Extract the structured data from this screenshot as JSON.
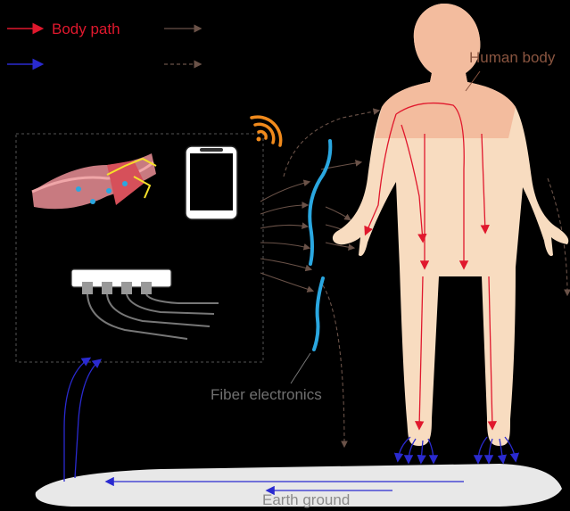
{
  "legend": {
    "body_path": "Body path",
    "body_path_color": "#e0182d",
    "ground_path_color": "#2a2ad0",
    "coupling_line_color": "#6a5248"
  },
  "labels": {
    "human_body": "Human body",
    "fiber_electronics": "Fiber electronics",
    "earth_ground": "Earth ground"
  },
  "colors": {
    "skin": "#f8dcc0",
    "skin_upper": "#f2b89a",
    "fiber": "#2aa7e0",
    "ground_plate": "#e8e8e8",
    "panel_line": "#555555",
    "wifi": "#f08a1c"
  },
  "icons": [
    "wifi-icon",
    "smartphone-icon",
    "power-strip-icon",
    "electronic-textile-icon"
  ]
}
